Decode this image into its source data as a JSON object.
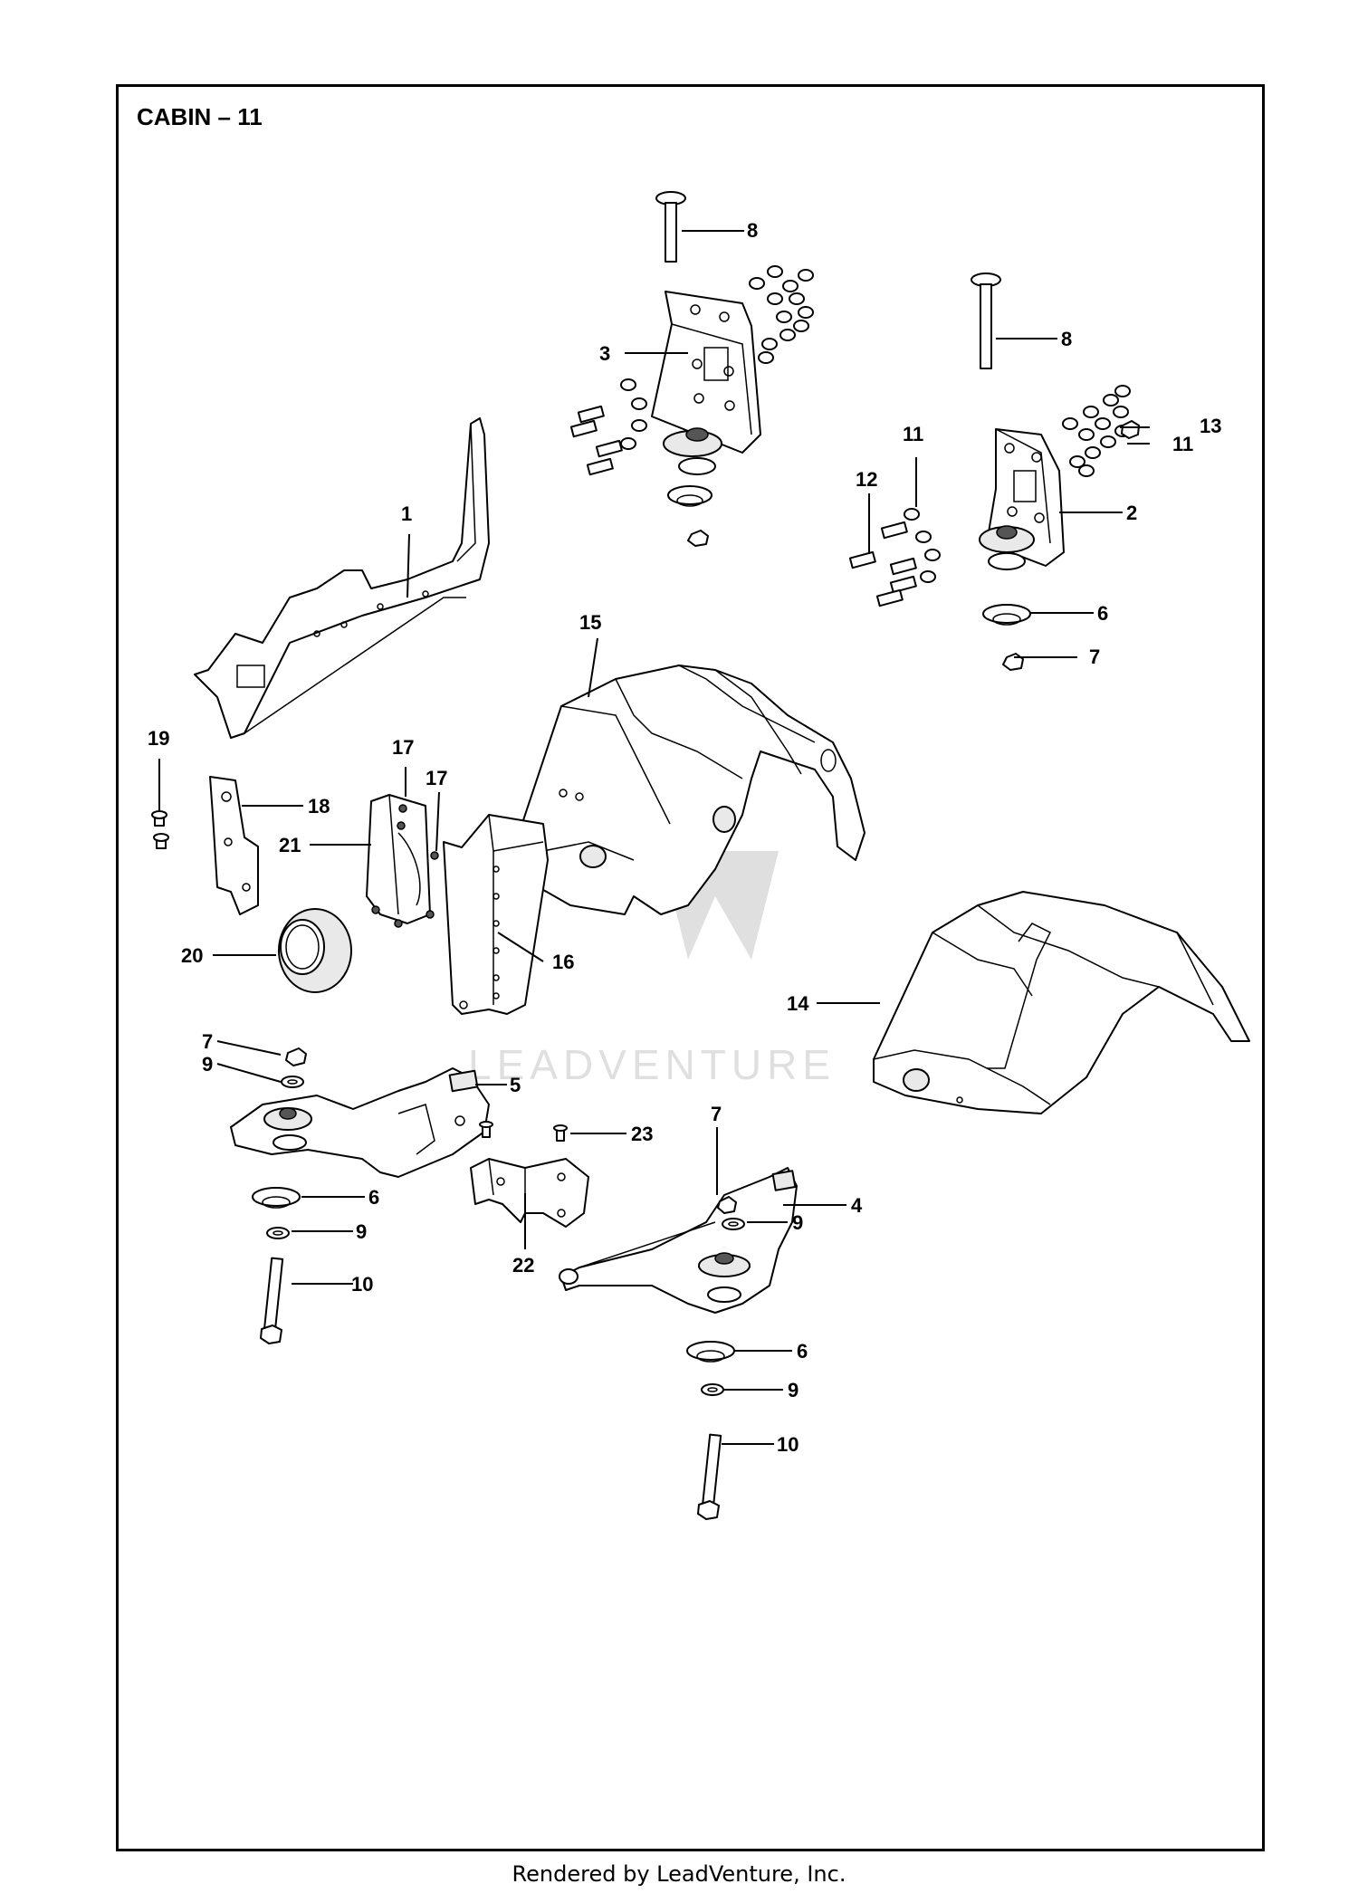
{
  "title": "CABIN – 11",
  "footer": "Rendered by LeadVenture, Inc.",
  "watermark": "LEADVENTURE",
  "callouts": {
    "c1": "1",
    "c2": "2",
    "c3": "3",
    "c4": "4",
    "c5": "5",
    "c6a": "6",
    "c6b": "6",
    "c6c": "6",
    "c7a": "7",
    "c7b": "7",
    "c7c": "7",
    "c8a": "8",
    "c8b": "8",
    "c9a": "9",
    "c9b": "9",
    "c9c": "9",
    "c9d": "9",
    "c10a": "10",
    "c10b": "10",
    "c11a": "11",
    "c11b": "11",
    "c12": "12",
    "c13": "13",
    "c14": "14",
    "c15": "15",
    "c16": "16",
    "c17a": "17",
    "c17b": "17",
    "c18": "18",
    "c19": "19",
    "c20": "20",
    "c21": "21",
    "c22": "22",
    "c23": "23"
  }
}
